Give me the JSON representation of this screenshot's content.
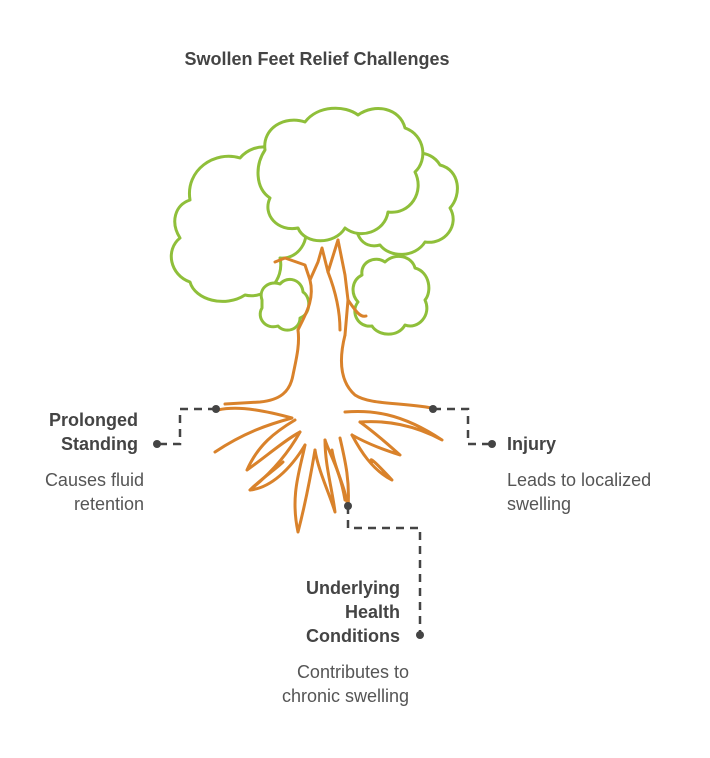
{
  "title": "Swollen Feet Relief Challenges",
  "colors": {
    "foliage": "#8fbf3a",
    "trunk": "#d9822b",
    "connector": "#444444",
    "text": "#444444"
  },
  "causes": [
    {
      "heading_lines": [
        "Prolonged",
        "Standing"
      ],
      "description_lines": [
        "Causes fluid",
        "retention"
      ]
    },
    {
      "heading_lines": [
        "Injury"
      ],
      "description_lines": [
        "Leads to localized",
        "swelling"
      ]
    },
    {
      "heading_lines": [
        "Underlying",
        "Health",
        "Conditions"
      ],
      "description_lines": [
        "Contributes to",
        "chronic swelling"
      ]
    }
  ]
}
